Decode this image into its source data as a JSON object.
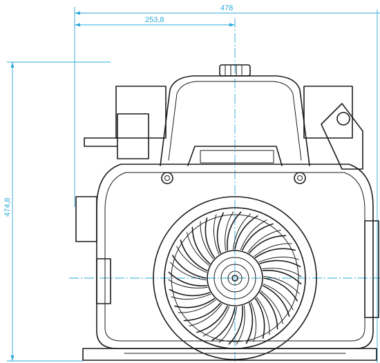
{
  "dimensions": {
    "overall_width": "478",
    "half_width": "253,8",
    "height": "474,8"
  },
  "colors": {
    "dimension_line": "#29a9d8",
    "outline": "#1a1a1a",
    "background": "#ffffff"
  },
  "icons": {
    "fuel_cap": "fuel-cap-icon",
    "blower_fan": "fan-icon"
  }
}
